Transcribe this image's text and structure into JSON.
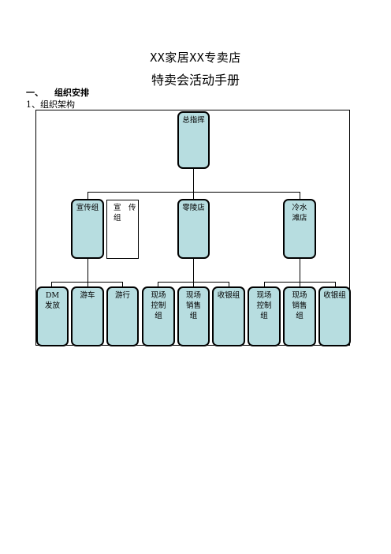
{
  "header": {
    "title_line1": "XX家居XX专卖店",
    "title_line2": "特卖会活动手册"
  },
  "section": {
    "number": "一、",
    "title": "组织安排"
  },
  "subsection": "1、组织架构",
  "org_chart": {
    "root": "总指挥",
    "level2": [
      "宣传组",
      "零陵店",
      "冷水滩店"
    ],
    "note_box": "宣　传组",
    "level3": [
      "DM发放",
      "游车",
      "游行",
      "现场控制组",
      "现场销售组",
      "收银组",
      "现场控制组",
      "现场销售组",
      "收银组"
    ]
  },
  "colors": {
    "node_fill": "#b7dde0",
    "border": "#000000"
  }
}
